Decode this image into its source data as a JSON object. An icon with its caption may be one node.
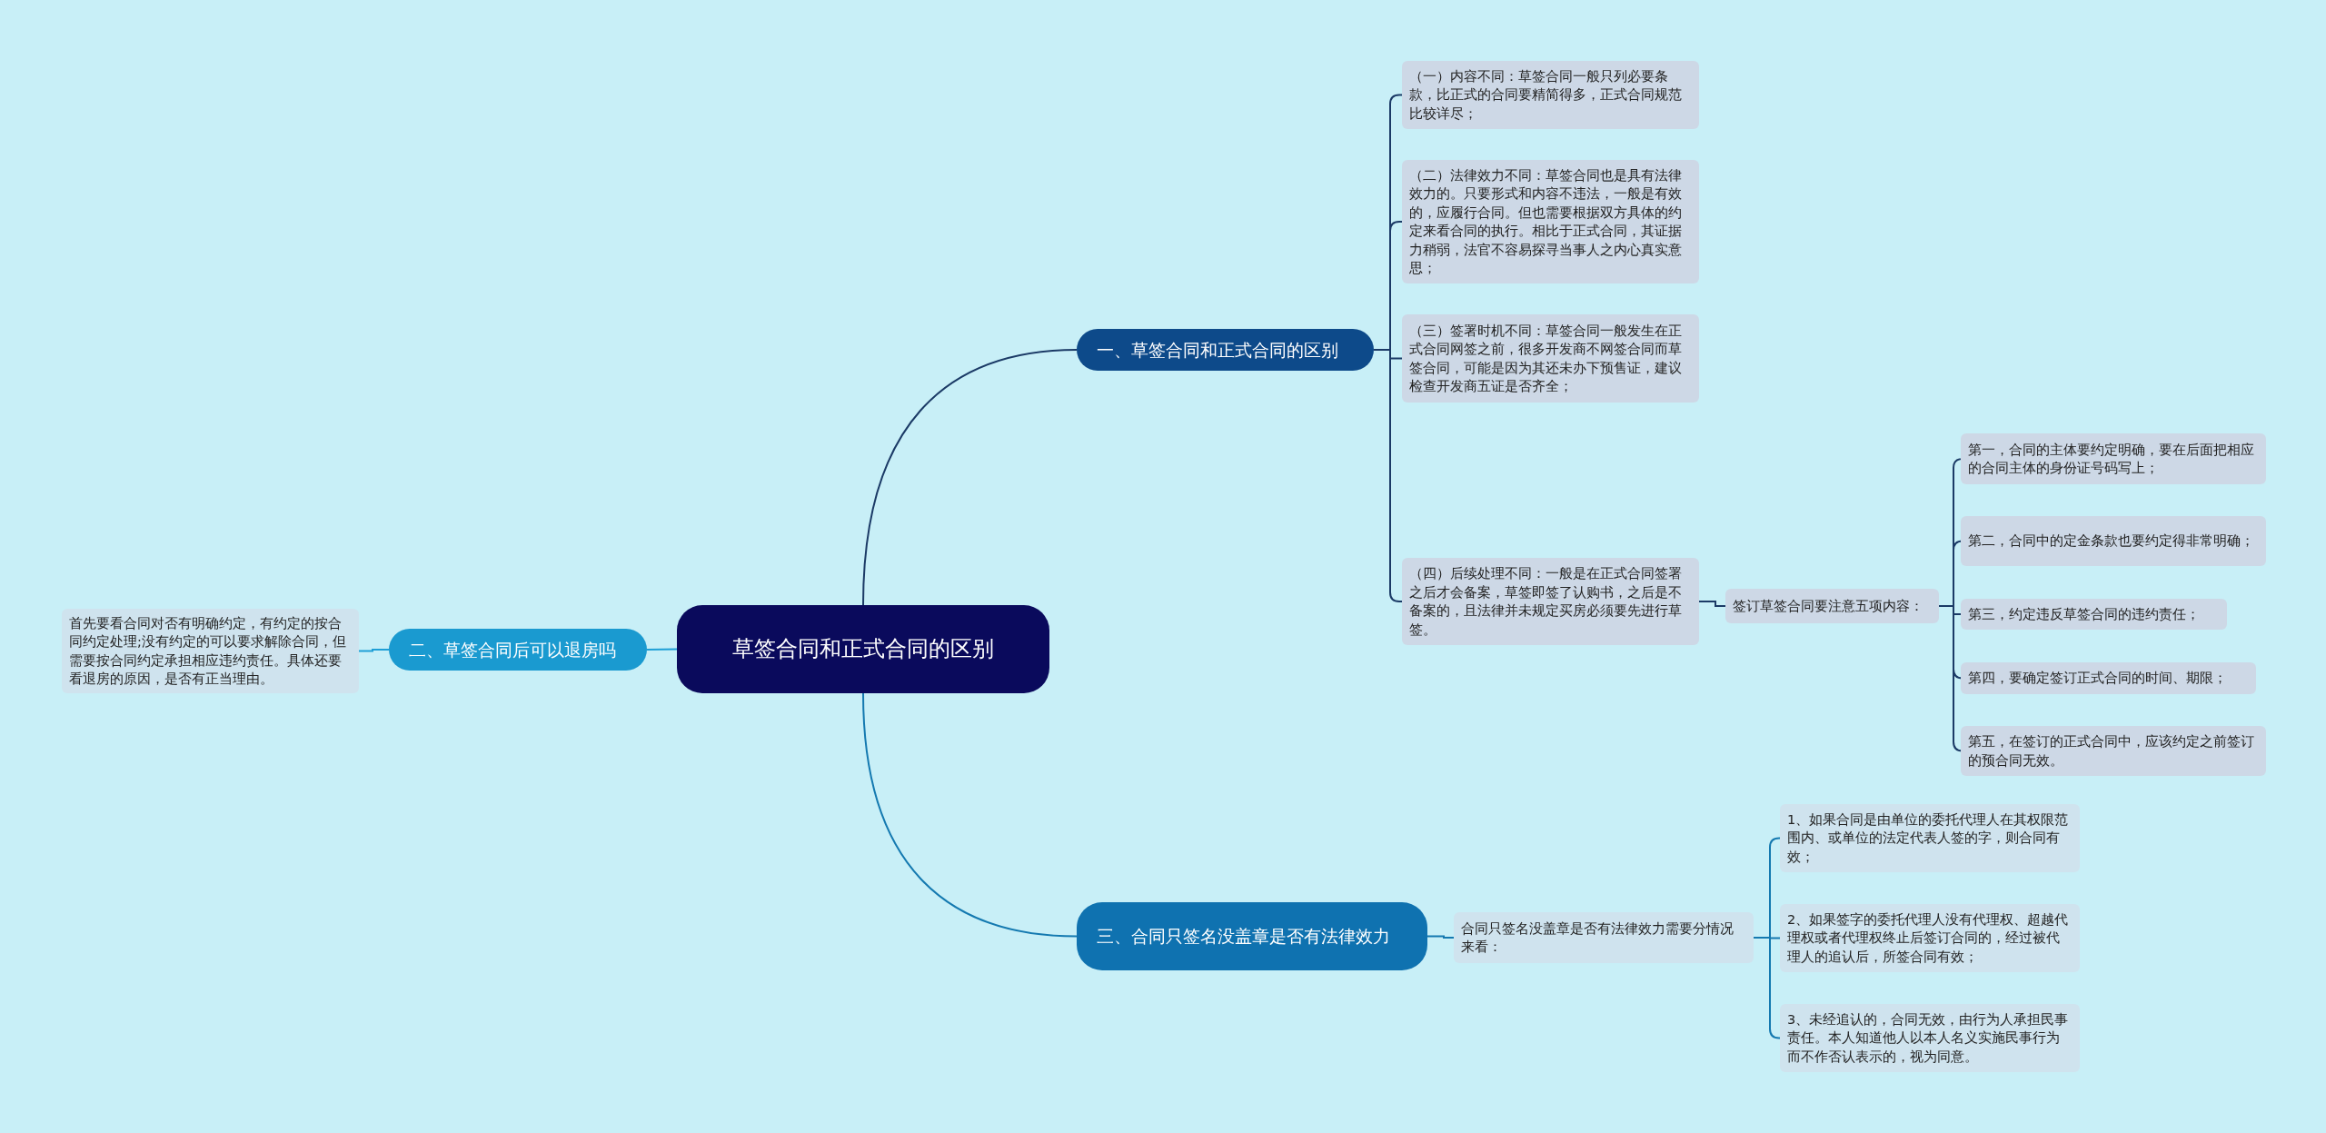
{
  "diagram": {
    "nodes": [
      {
        "text": [
          "草签合同和正式合同的区别"
        ]
      },
      {
        "text": [
          "一、草签合同和正式合同的区别"
        ]
      },
      {
        "text": [
          "（一）内容不同：草签合同一般只列必要条款，比正式的合同要精简得多，正式合同规范比较详尽；"
        ]
      },
      {
        "text": [
          "（二）法律效力不同：草签合同也是具有法律效力的。只要形式和内容不违法，一般是有效的，应履行合同。但也需要根据双方具体的约定来看合同的执行。相比于正式合同，其证据力稍弱，法官不容易探寻当事人之内心真实意思；"
        ]
      },
      {
        "text": [
          "（三）签署时机不同：草签合同一般发生在正式合同网签之前，很多开发商不网签合同而草签合同，可能是因为其还未办下预售证，建议检查开发商五证是否齐全；"
        ]
      },
      {
        "text": [
          "（四）后续处理不同：一般是在正式合同签署之后才会备案，草签即签了认购书，之后是不备案的，且法律并未规定买房必须要先进行草签。"
        ]
      },
      {
        "text": [
          "签订草签合同要注意五项内容："
        ]
      },
      {
        "text": [
          "第一，合同的主体要约定明确，要在后面把相应的合同主体的身份证号码写上；"
        ]
      },
      {
        "text": [
          "第二，合同中的定金条款也要约定得非常明确；"
        ]
      },
      {
        "text": [
          "第三，约定违反草签合同的违约责任；"
        ]
      },
      {
        "text": [
          "第四，要确定签订正式合同的时间、期限；"
        ]
      },
      {
        "text": [
          "第五，在签订的正式合同中，应该约定之前签订的预合同无效。"
        ]
      },
      {
        "text": [
          "二、草签合同后可以退房吗"
        ]
      },
      {
        "text": [
          "首先要看合同对否有明确约定，有约定的按合同约定处理;没有约定的可以要求解除合同，但需要按合同约定承担相应违约责任。具体还要看退房的原因，是否有正当理由。"
        ]
      },
      {
        "text": [
          "三、合同只签名没盖章是否有法律效力"
        ]
      },
      {
        "text": [
          "合同只签名没盖章是否有法律效力需要分情况来看："
        ]
      },
      {
        "text": [
          "1、如果合同是由单位的委托代理人在其权限范围内、或单位的法定代表人签的字，则合同有效；"
        ]
      },
      {
        "text": [
          "2、如果签字的委托代理人没有代理权、超越代理权或者代理权终止后签订合同的，经过被代理人的追认后，所签合同有效；"
        ]
      },
      {
        "text": [
          "3、未经追认的，合同无效，由行为人承担民事责任。本人知道他人以本人名义实施民事行为而不作否认表示的，视为同意。"
        ]
      }
    ],
    "edges": [
      {
        "from": 0,
        "to": 1,
        "arrow": "none"
      },
      {
        "from": 1,
        "to": 2,
        "arrow": "none"
      },
      {
        "from": 1,
        "to": 3,
        "arrow": "none"
      },
      {
        "from": 1,
        "to": 4,
        "arrow": "none"
      },
      {
        "from": 1,
        "to": 5,
        "arrow": "none"
      },
      {
        "from": 5,
        "to": 6,
        "arrow": "none"
      },
      {
        "from": 6,
        "to": 7,
        "arrow": "none"
      },
      {
        "from": 6,
        "to": 8,
        "arrow": "none"
      },
      {
        "from": 6,
        "to": 9,
        "arrow": "none"
      },
      {
        "from": 6,
        "to": 10,
        "arrow": "none"
      },
      {
        "from": 6,
        "to": 11,
        "arrow": "none"
      },
      {
        "from": 0,
        "to": 12,
        "arrow": "none",
        "color": "#1e9fd6"
      },
      {
        "from": 12,
        "to": 13,
        "arrow": "none",
        "color": "#1e9fd6"
      },
      {
        "from": 0,
        "to": 14,
        "arrow": "none",
        "color": "#1479b0"
      },
      {
        "from": 14,
        "to": 15,
        "arrow": "none",
        "color": "#1479b0"
      },
      {
        "from": 15,
        "to": 16,
        "arrow": "none",
        "color": "#1479b0"
      },
      {
        "from": 15,
        "to": 17,
        "arrow": "none",
        "color": "#1479b0"
      },
      {
        "from": 15,
        "to": 18,
        "arrow": "none",
        "color": "#1479b0"
      }
    ]
  }
}
